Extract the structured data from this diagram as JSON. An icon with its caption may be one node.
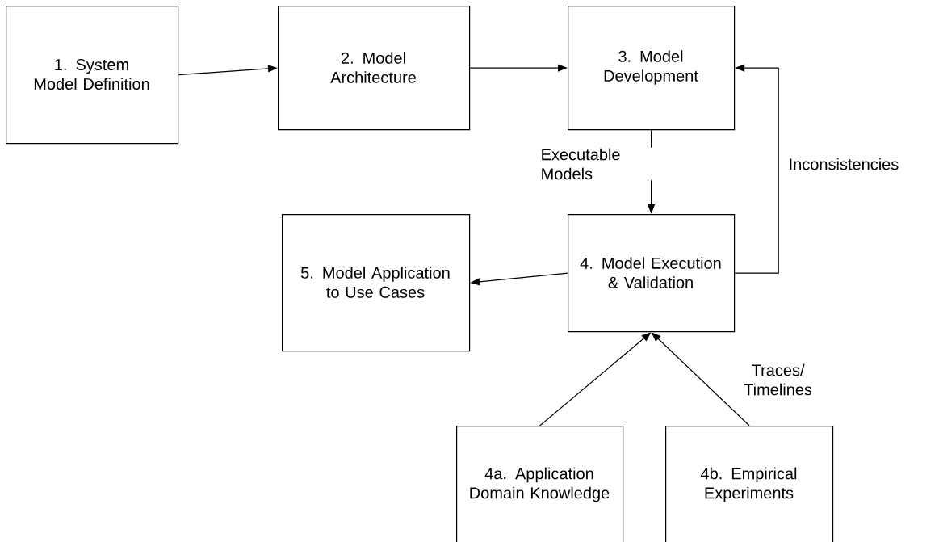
{
  "diagram": {
    "nodes": [
      {
        "text": [
          "1. System Model Definition"
        ]
      },
      {
        "text": [
          "2. Model Architecture"
        ]
      },
      {
        "text": [
          "3. Model Development"
        ]
      },
      {
        "text": [
          "5. Model Application to Use Cases"
        ]
      },
      {
        "text": [
          "4. Model Execution & Validation"
        ]
      },
      {
        "text": [
          "4a. Application Domain Knowledge"
        ]
      },
      {
        "text": [
          "4b. Empirical Experiments"
        ]
      }
    ],
    "edges": [
      {
        "from": 0,
        "to": 1,
        "arrow": "to"
      },
      {
        "from": 1,
        "to": 2,
        "arrow": "to"
      },
      {
        "from": 2,
        "to": 4,
        "arrow": "to",
        "label": "Executable Models"
      },
      {
        "from": 4,
        "to": 2,
        "arrow": "to",
        "label": "Inconsistencies"
      },
      {
        "from": 4,
        "to": 3,
        "arrow": "to"
      },
      {
        "from": 5,
        "to": 4,
        "arrow": "to"
      },
      {
        "from": 6,
        "to": 4,
        "arrow": "to",
        "label": "Traces/ Timelines"
      }
    ]
  }
}
